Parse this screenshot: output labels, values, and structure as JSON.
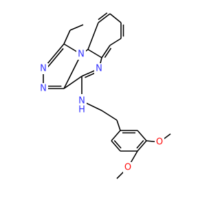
{
  "structure": {
    "colors": {
      "bond": "#000000",
      "nitrogen": "#3333ff",
      "oxygen": "#ff0d0d",
      "background": "#ffffff"
    },
    "atom_labels": {
      "n_fused": "N",
      "n_triazole_1": "N",
      "n_triazole_2": "N",
      "n_quinoxaline": "N",
      "n_amine": "N",
      "h_amine": "H",
      "o_methoxy_4": "O",
      "o_methoxy_3": "O"
    }
  }
}
